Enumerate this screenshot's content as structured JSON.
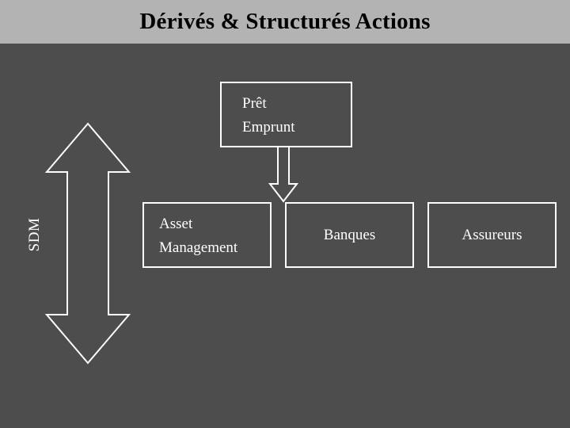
{
  "slide": {
    "title": "Dérivés & Structurés Actions",
    "background_color": "#4d4d4d",
    "title_band_color": "#b3b3b3",
    "title_text_color": "#000000",
    "line_color": "#ffffff"
  },
  "axis_label": {
    "text": "SDM",
    "orientation": "vertical-rotated-90"
  },
  "boxes": [
    {
      "id": "pret-emprunt",
      "label": "Prêt\nEmprunt",
      "align": "left"
    },
    {
      "id": "asset-management",
      "label": "Asset\nManagement",
      "align": "left"
    },
    {
      "id": "banques",
      "label": "Banques",
      "align": "center"
    },
    {
      "id": "assureurs",
      "label": "Assureurs",
      "align": "center"
    }
  ],
  "arrows": [
    {
      "id": "arrow-down-pret",
      "name": "down-arrow-icon",
      "direction": "down"
    },
    {
      "id": "arrow-double-sdm",
      "name": "double-headed-arrow-icon",
      "direction": "up-down"
    }
  ]
}
